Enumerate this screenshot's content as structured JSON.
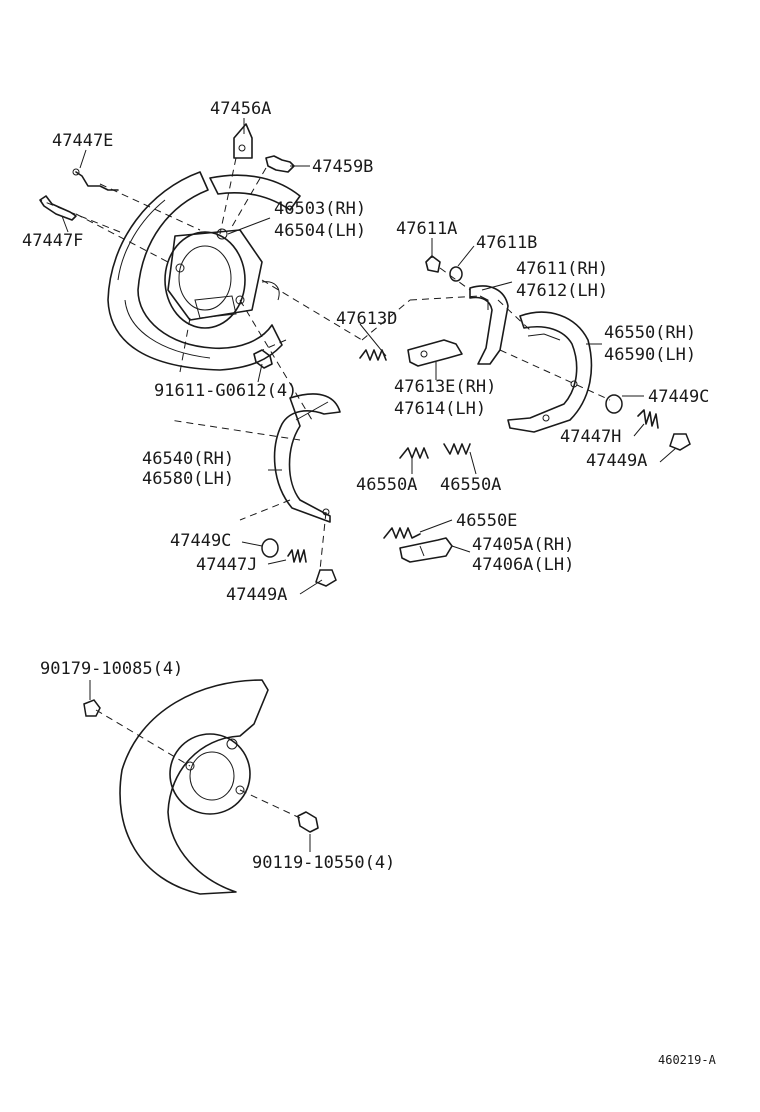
{
  "labels": {
    "p47456A": "47456A",
    "p47447E": "47447E",
    "p47459B": "47459B",
    "p47447F": "47447F",
    "p46503": "46503(RH)",
    "p46504": "46504(LH)",
    "p47611A": "47611A",
    "p47611B": "47611B",
    "p47611": "47611(RH)",
    "p47612": "47612(LH)",
    "p47613D": "47613D",
    "p46550": "46550(RH)",
    "p46590": "46590(LH)",
    "p91611": "91611-G0612(4)",
    "p47613E": "47613E(RH)",
    "p47614": "47614(LH)",
    "p47449C_r": "47449C",
    "p47447H": "47447H",
    "p46540": "46540(RH)",
    "p46580": "46580(LH)",
    "p46550A_1": "46550A",
    "p46550A_2": "46550A",
    "p47449A_r": "47449A",
    "p46550E": "46550E",
    "p47449C_l": "47449C",
    "p47405A": "47405A(RH)",
    "p47406A": "47406A(LH)",
    "p47447J": "47447J",
    "p47449A_l": "47449A",
    "p90179": "90179-10085(4)",
    "p90119": "90119-10550(4)"
  },
  "footer": {
    "diagram_code": "460219-A"
  }
}
